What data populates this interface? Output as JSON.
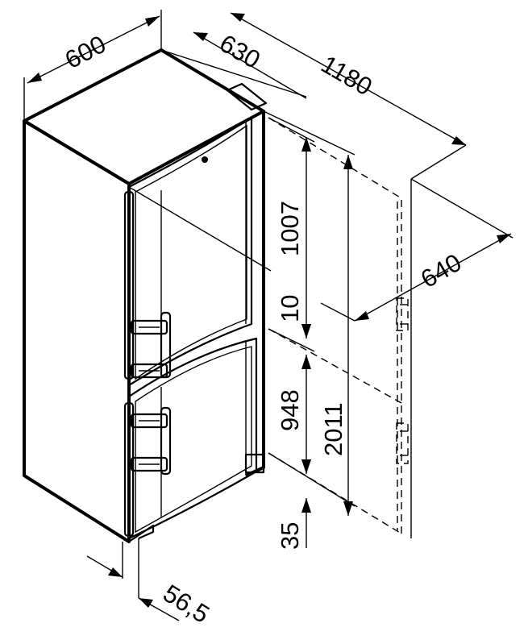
{
  "dimensions": {
    "width": "600",
    "depth": "630",
    "depth_with_door": "1180",
    "upper_height": "1007",
    "gap": "10",
    "lower_height": "948",
    "total_height": "2011",
    "niche_depth": "640",
    "foot_height": "35",
    "side_offset": "56,5"
  }
}
